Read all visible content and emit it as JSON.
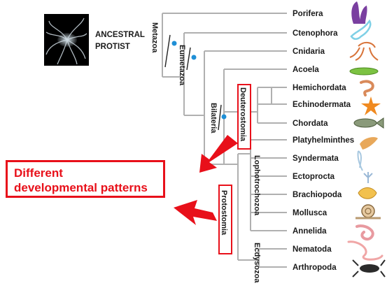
{
  "ancestor": {
    "line1": "ANCESTRAL",
    "line2": "PROTIST"
  },
  "clades": {
    "metazoa": "Metazoa",
    "eumetazoa": "Eumetazoa",
    "bilateria": "Bilateria",
    "deuterostomia": "Deuterostomia",
    "protostomia": "Protostomia",
    "lophotrochozoa": "Lophotrochozoa",
    "ecdysozoa": "Ecdysozoa"
  },
  "taxa": [
    "Porifera",
    "Ctenophora",
    "Cnidaria",
    "Acoela",
    "Hemichordata",
    "Echinodermata",
    "Chordata",
    "Platyhelminthes",
    "Syndermata",
    "Ectoprocta",
    "Brachiopoda",
    "Mollusca",
    "Annelida",
    "Nematoda",
    "Arthropoda"
  ],
  "callout": {
    "line1": "Different",
    "line2": "developmental patterns"
  },
  "colors": {
    "accent": "#e8101a",
    "node": "#1f8fd6",
    "tree": "#b0b0b0"
  }
}
